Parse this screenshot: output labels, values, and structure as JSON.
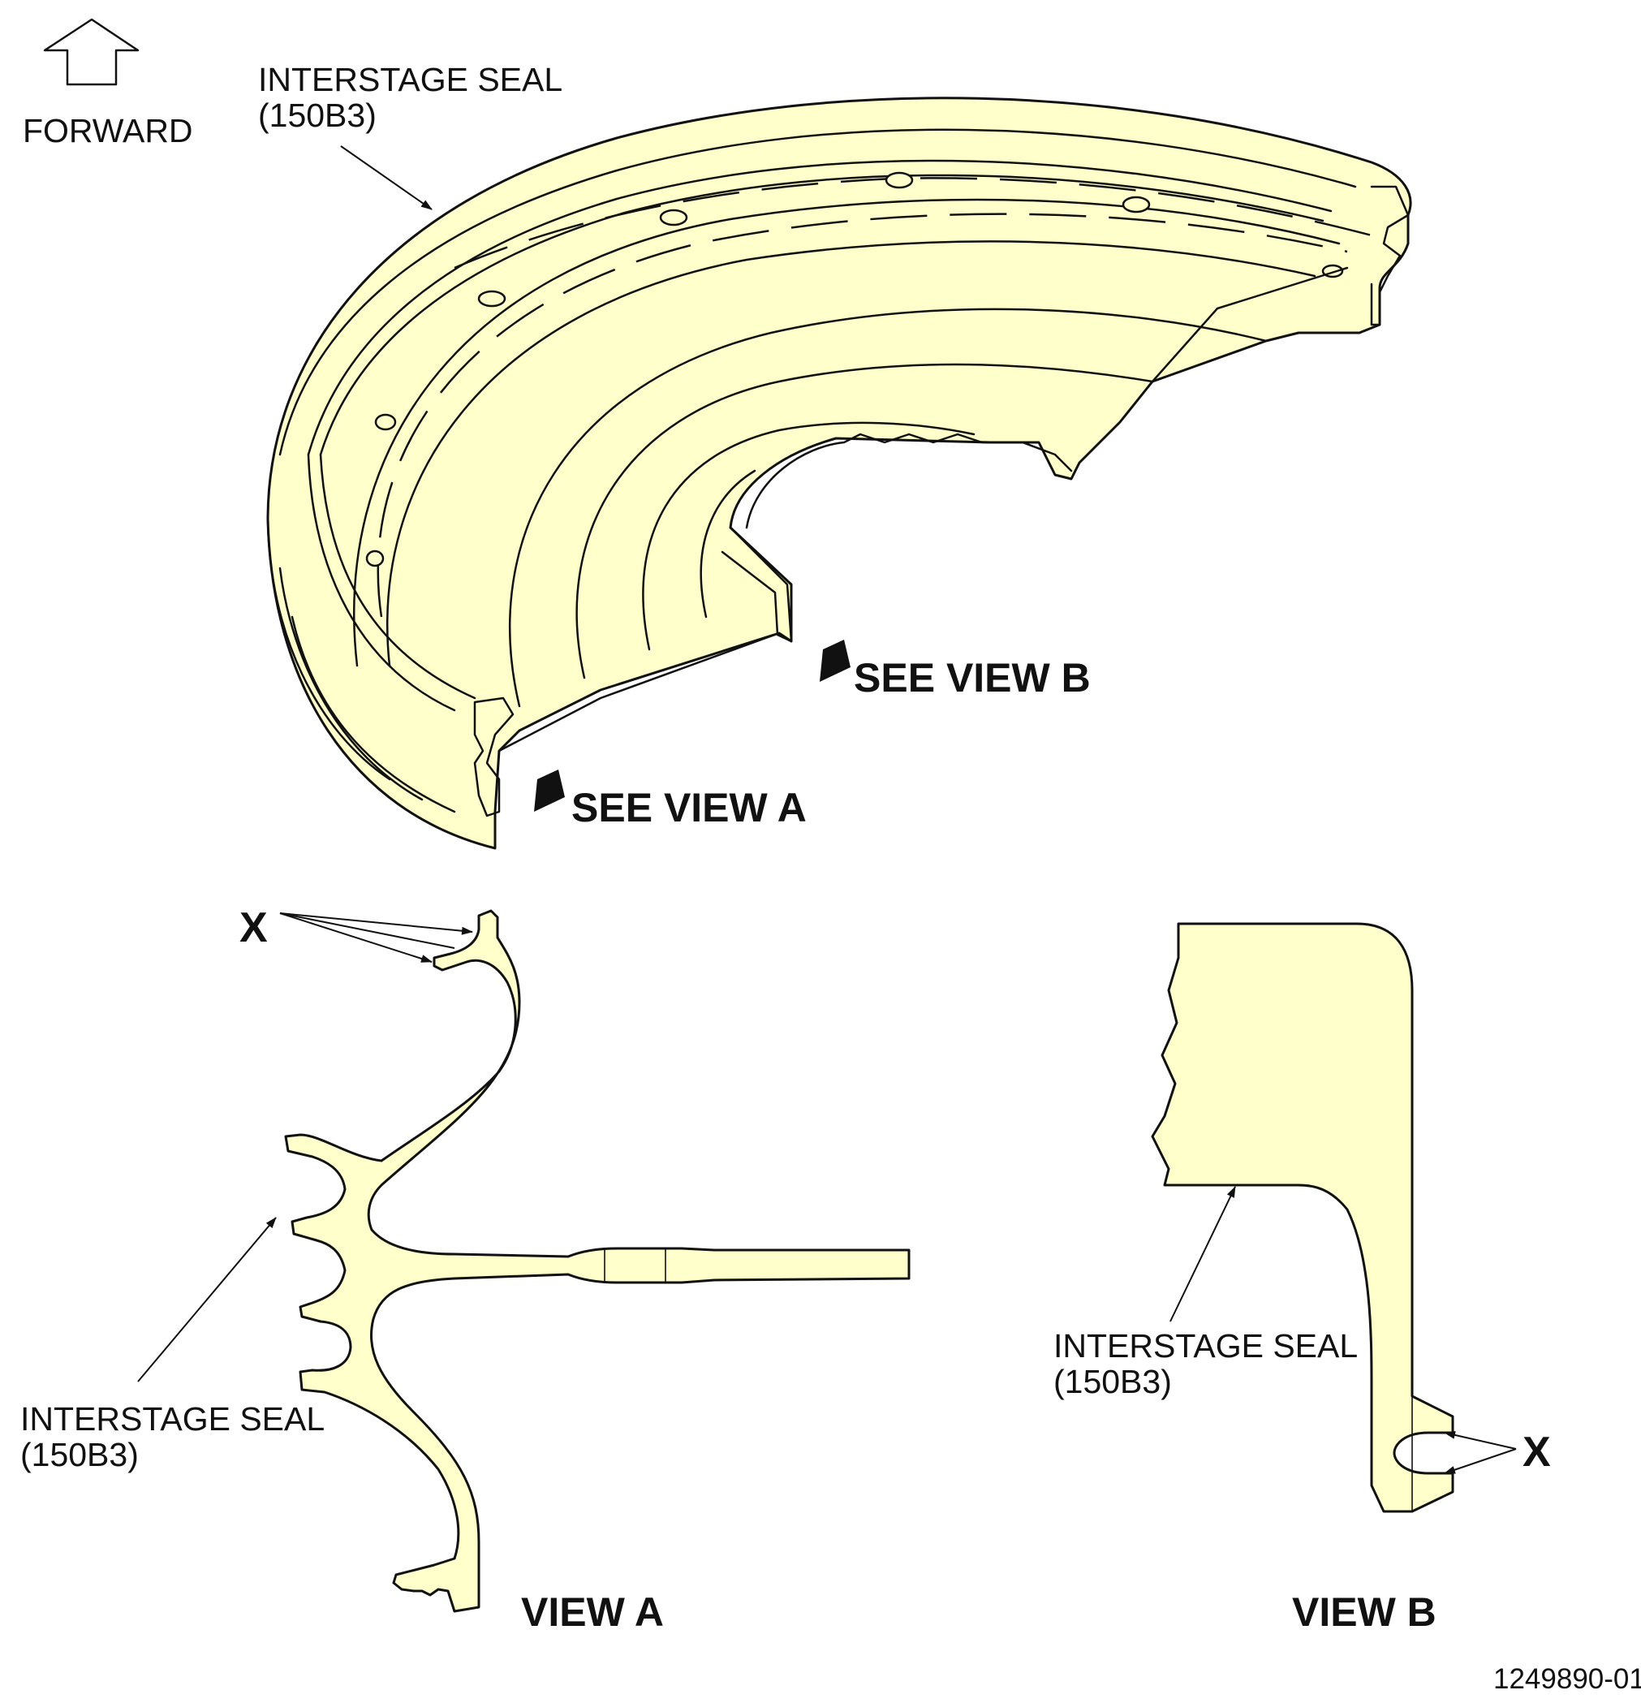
{
  "orientation": {
    "label": "FORWARD",
    "icon": "up-arrow-icon"
  },
  "main_view": {
    "part_label_line1": "INTERSTAGE SEAL",
    "part_label_line2": "(150B3)",
    "callout_view_a": "SEE VIEW A",
    "callout_view_b": "SEE VIEW B"
  },
  "view_a": {
    "title": "VIEW A",
    "part_label_line1": "INTERSTAGE SEAL",
    "part_label_line2": "(150B3)",
    "marker": "X"
  },
  "view_b": {
    "title": "VIEW B",
    "part_label_line1": "INTERSTAGE SEAL",
    "part_label_line2": "(150B3)",
    "marker": "X"
  },
  "figure_number": "1249890-01",
  "colors": {
    "part_fill": "#ffffcc",
    "line": "#111111",
    "background": "#ffffff"
  }
}
